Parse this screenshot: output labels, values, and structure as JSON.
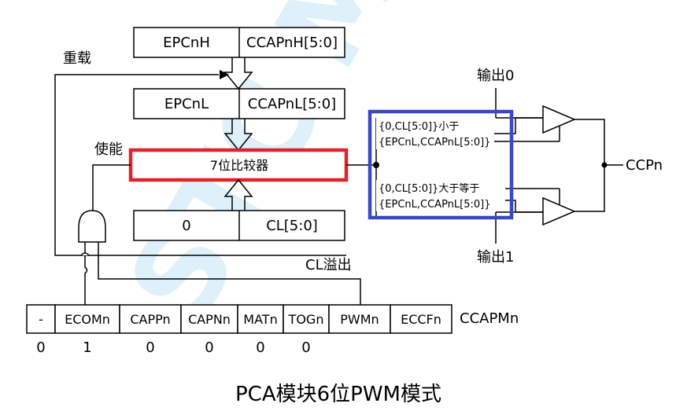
{
  "watermark": "STC MCU",
  "registers": {
    "high": {
      "name": "EPCnH",
      "field": "CCAPnH[5:0]"
    },
    "low": {
      "name": "EPCnL",
      "field": "CCAPnL[5:0]"
    },
    "counter": {
      "name": "0",
      "field": "CL[5:0]"
    }
  },
  "comparator_label": "7位比较器",
  "labels": {
    "reload": "重载",
    "enable": "使能",
    "overflow": "CL溢出",
    "output0": "输出0",
    "output1": "输出1",
    "ccp": "CCPn",
    "cond_less_1": "{0,CL[5:0]}小于",
    "cond_less_2": "{EPCnL,CCAPnL[5:0]}",
    "cond_ge_1": "{0,CL[5:0]}大于等于",
    "cond_ge_2": "{EPCnL,CCAPnL[5:0]}"
  },
  "ccapm": {
    "name": "CCAPMn",
    "bits": [
      "-",
      "ECOMn",
      "CAPPn",
      "CAPNn",
      "MATn",
      "TOGn",
      "PWMn",
      "ECCFn"
    ],
    "values": [
      "0",
      "1",
      "0",
      "0",
      "0",
      "0"
    ]
  },
  "title": "PCA模块6位PWM模式",
  "colors": {
    "comparator_border": "#e0232b",
    "condition_border": "#3c48c0",
    "watermark": "#d4ecf7"
  }
}
